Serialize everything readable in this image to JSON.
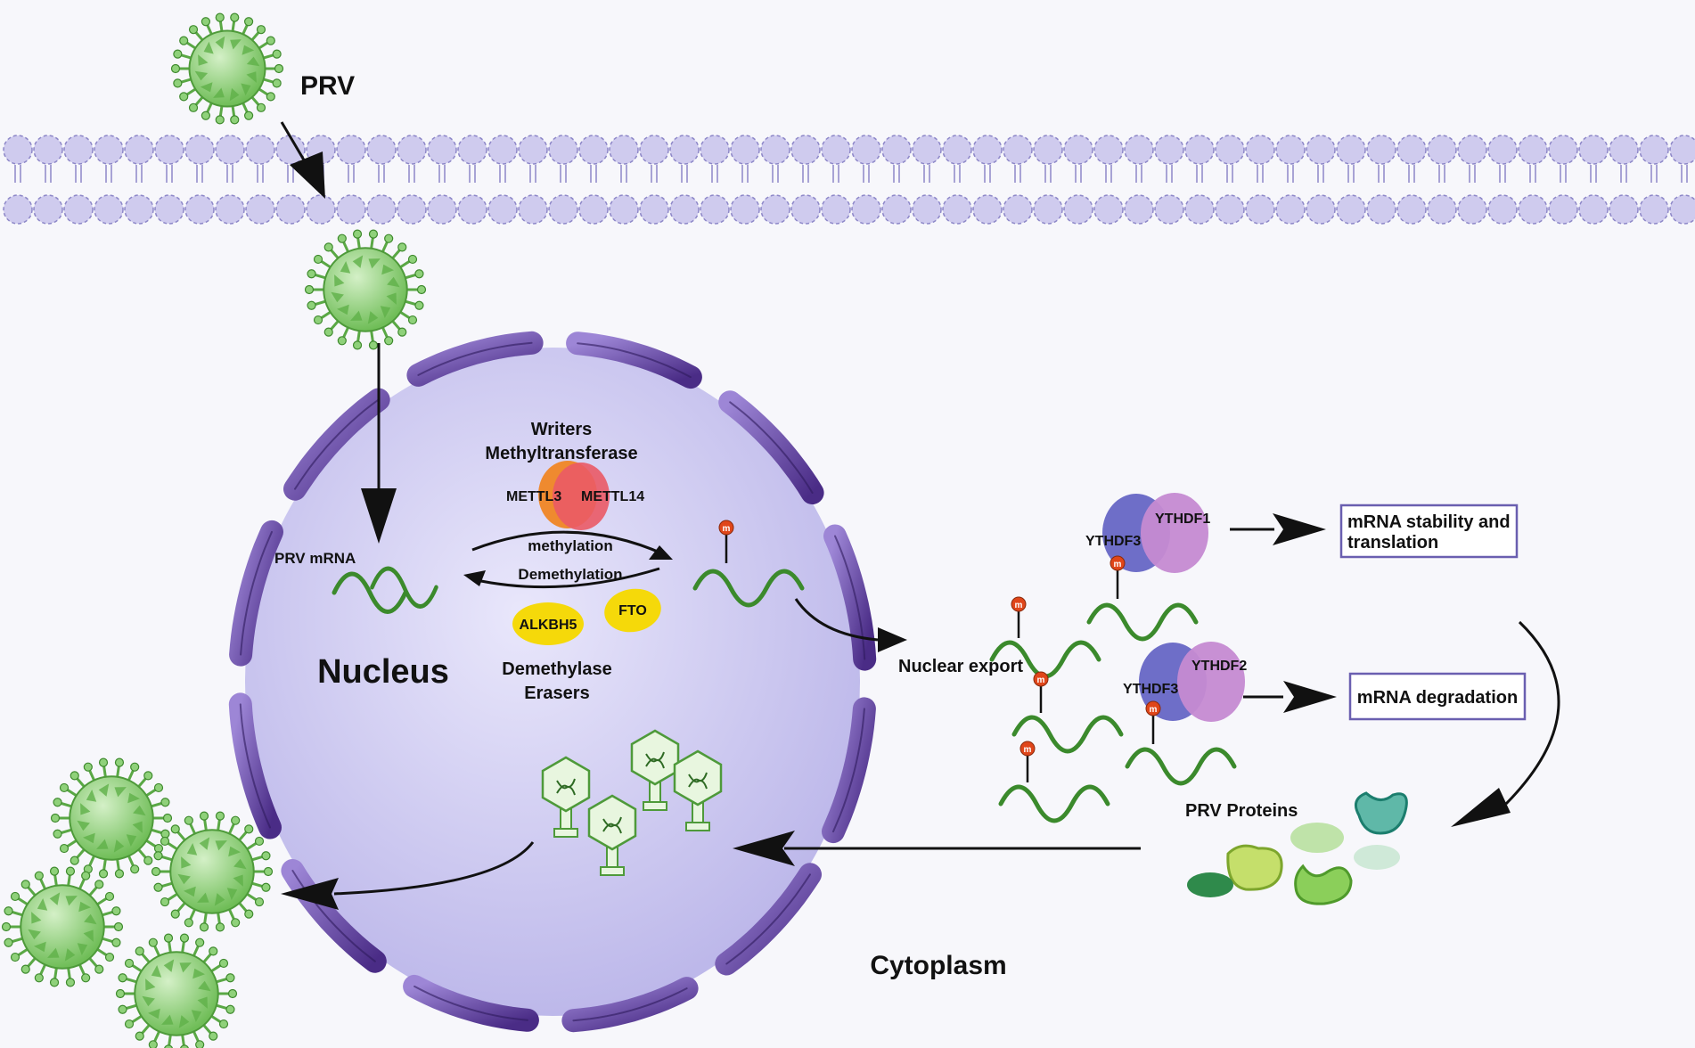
{
  "labels": {
    "prv": "PRV",
    "writers": "Writers",
    "methyltransferase": "Methyltransferase",
    "mettl3": "METTL3",
    "mettl14": "METTL14",
    "prv_mrna": "PRV mRNA",
    "methylation": "methylation",
    "demethylation": "Demethylation",
    "alkbh5": "ALKBH5",
    "fto": "FTO",
    "nucleus": "Nucleus",
    "demethylase": "Demethylase",
    "erasers": "Erasers",
    "nuclear_export": "Nuclear export",
    "ythdf3_a": "YTHDF3",
    "ythdf1": "YTHDF1",
    "ythdf3_b": "YTHDF3",
    "ythdf2": "YTHDF2",
    "stability_line1": "mRNA stability and",
    "stability_line2": "translation",
    "degradation": "mRNA degradation",
    "prv_proteins": "PRV Proteins",
    "cytoplasm": "Cytoplasm",
    "m": "m"
  },
  "colors": {
    "membrane": "#cfcbee",
    "nucleus": "#c9c5ee",
    "envelope": "#5b3f96",
    "virus": "#7cc868",
    "mettl3": "#ef8a2f",
    "mettl14": "#ea5a66",
    "eraser": "#f5d90a",
    "ythdf_purple": "#6e6ec8",
    "ythdf_pink": "#c58ad2"
  }
}
